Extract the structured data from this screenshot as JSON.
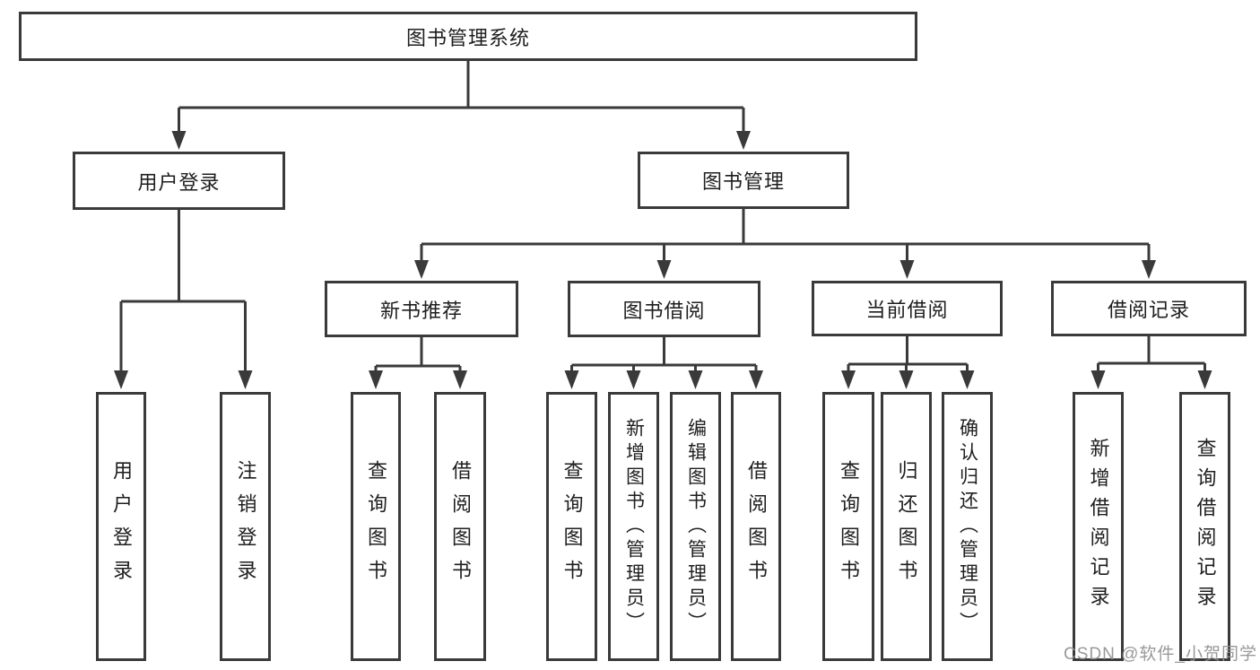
{
  "nodes": {
    "root": "图书管理系统",
    "level2": [
      "用户登录",
      "图书管理"
    ],
    "level3": [
      "新书推荐",
      "图书借阅",
      "当前借阅",
      "借阅记录"
    ],
    "leaves_user_login": [
      "用户登录",
      "注销登录"
    ],
    "leaves_new_book": [
      "查询图书",
      "借阅图书"
    ],
    "leaves_book_borrow": [
      "查询图书",
      "新增图书（管理员）",
      "编辑图书（管理员）",
      "借阅图书"
    ],
    "leaves_current_borrow": [
      "查询图书",
      "归还图书",
      "确认归还（管理员）"
    ],
    "leaves_borrow_record": [
      "新增借阅记录",
      "查询借阅记录"
    ]
  },
  "watermark": {
    "text": "CSDN @软件_小贺同学"
  },
  "colors": {
    "line": "#3a3a3a",
    "text": "#1e1e1e",
    "box_background": "#ffffff",
    "watermark": "#949494"
  }
}
